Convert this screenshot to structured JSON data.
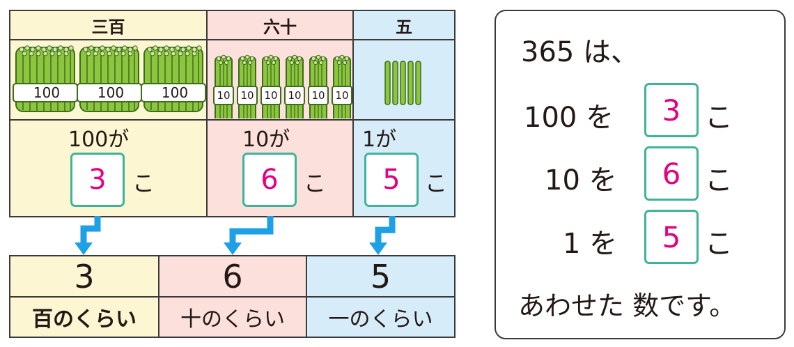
{
  "colors": {
    "hundreds_bg": "#fcf6d2",
    "tens_bg": "#fbe0dc",
    "ones_bg": "#d6edf9",
    "answer_border": "#3db49a",
    "answer_text": "#e4007f",
    "arrow": "#1ea0e6",
    "stick_green": "#8cc63f"
  },
  "columns": [
    {
      "header": "三百",
      "label": "100が",
      "answer": "3",
      "unit": "こ",
      "bundle_text": "100"
    },
    {
      "header": "六十",
      "label": "10が",
      "answer": "6",
      "unit": "こ",
      "bundle_text": "10"
    },
    {
      "header": "五",
      "label": "1が",
      "answer": "5",
      "unit": "こ"
    }
  ],
  "place_value": [
    {
      "digit": "3",
      "label": "百のくらい"
    },
    {
      "digit": "6",
      "label": "十のくらい"
    },
    {
      "digit": "5",
      "label": "一のくらい"
    }
  ],
  "panel": {
    "intro": "365 は、",
    "rows": [
      {
        "lead": "100 を",
        "answer": "3",
        "unit": "こ"
      },
      {
        "lead": "10 を",
        "answer": "6",
        "unit": "こ"
      },
      {
        "lead": "1 を",
        "answer": "5",
        "unit": "こ"
      }
    ],
    "conclusion": "あわせた 数です。"
  }
}
